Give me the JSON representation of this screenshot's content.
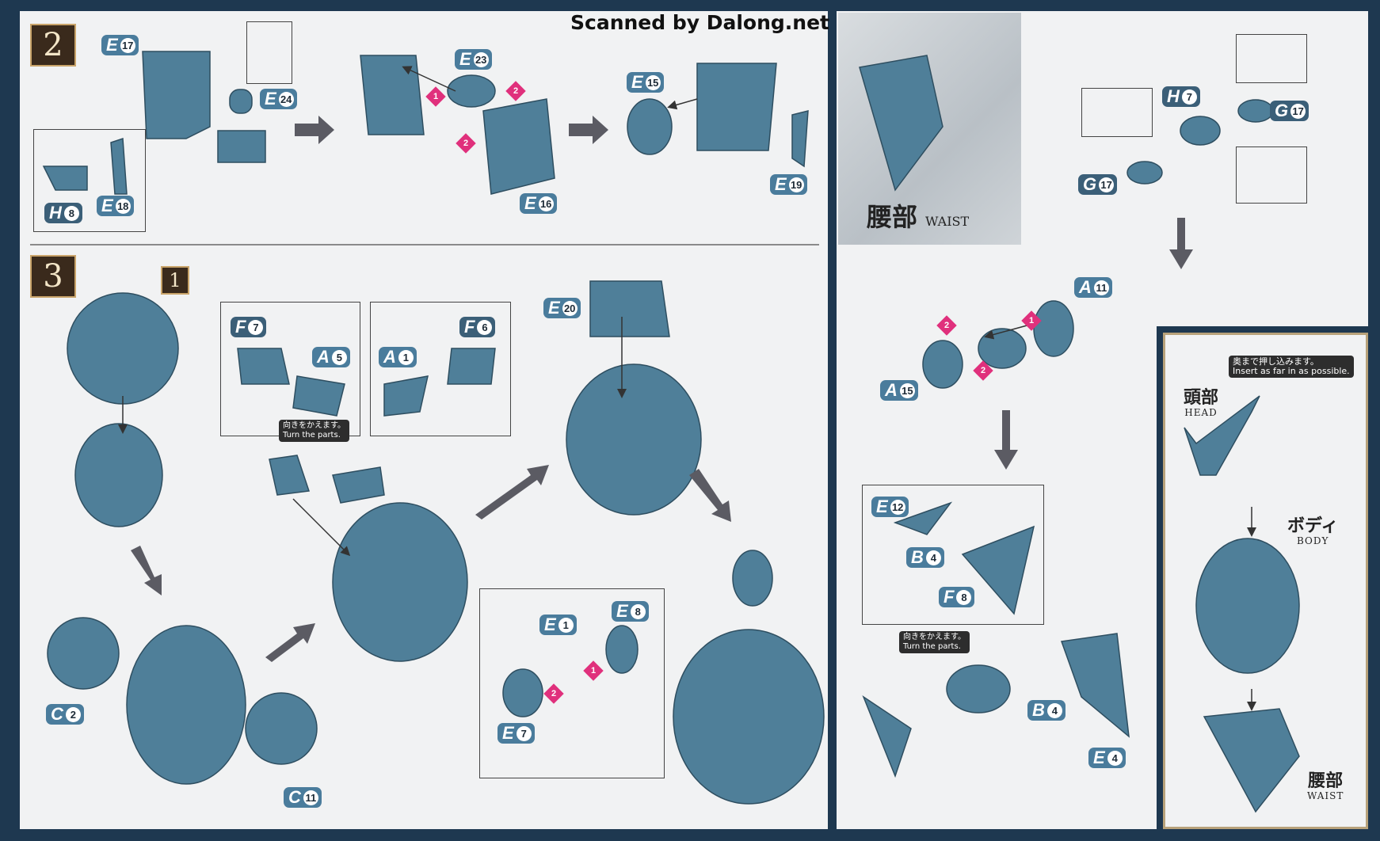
{
  "watermark": "Scanned by Dalong.net",
  "steps": [
    "2",
    "3"
  ],
  "sub_step": "1",
  "part_labels": [
    {
      "letter": "E",
      "num": "17"
    },
    {
      "letter": "E",
      "num": "24"
    },
    {
      "letter": "H",
      "num": "8"
    },
    {
      "letter": "E",
      "num": "18"
    },
    {
      "letter": "E",
      "num": "23"
    },
    {
      "letter": "E",
      "num": "16"
    },
    {
      "letter": "E",
      "num": "15"
    },
    {
      "letter": "E",
      "num": "19"
    },
    {
      "letter": "F",
      "num": "7"
    },
    {
      "letter": "A",
      "num": "5"
    },
    {
      "letter": "A",
      "num": "1"
    },
    {
      "letter": "F",
      "num": "6"
    },
    {
      "letter": "E",
      "num": "20"
    },
    {
      "letter": "C",
      "num": "2"
    },
    {
      "letter": "C",
      "num": "11"
    },
    {
      "letter": "E",
      "num": "1"
    },
    {
      "letter": "E",
      "num": "8"
    },
    {
      "letter": "E",
      "num": "7"
    },
    {
      "letter": "H",
      "num": "7"
    },
    {
      "letter": "G",
      "num": "17"
    },
    {
      "letter": "G",
      "num": "17"
    },
    {
      "letter": "A",
      "num": "11"
    },
    {
      "letter": "A",
      "num": "15"
    },
    {
      "letter": "E",
      "num": "12"
    },
    {
      "letter": "B",
      "num": "4"
    },
    {
      "letter": "F",
      "num": "8"
    },
    {
      "letter": "B",
      "num": "4"
    },
    {
      "letter": "E",
      "num": "4"
    }
  ],
  "markers": [
    "1",
    "2",
    "2",
    "2",
    "1",
    "2",
    "1",
    "2"
  ],
  "notes": {
    "turn_parts_jp": "向きをかえます。",
    "turn_parts_en": "Turn the parts.",
    "insert_jp": "奥まで押し込みます。",
    "insert_en": "Insert as far in as possible."
  },
  "captions": {
    "waist_jp": "腰部",
    "waist_en": "WAIST",
    "head_jp": "頭部",
    "head_en": "HEAD",
    "body_jp": "ボディ",
    "body_en": "BODY"
  },
  "colors": {
    "part": "#4f7f99",
    "label": "#4a7c9c",
    "marker": "#e0307c",
    "frame": "#1e3850"
  }
}
